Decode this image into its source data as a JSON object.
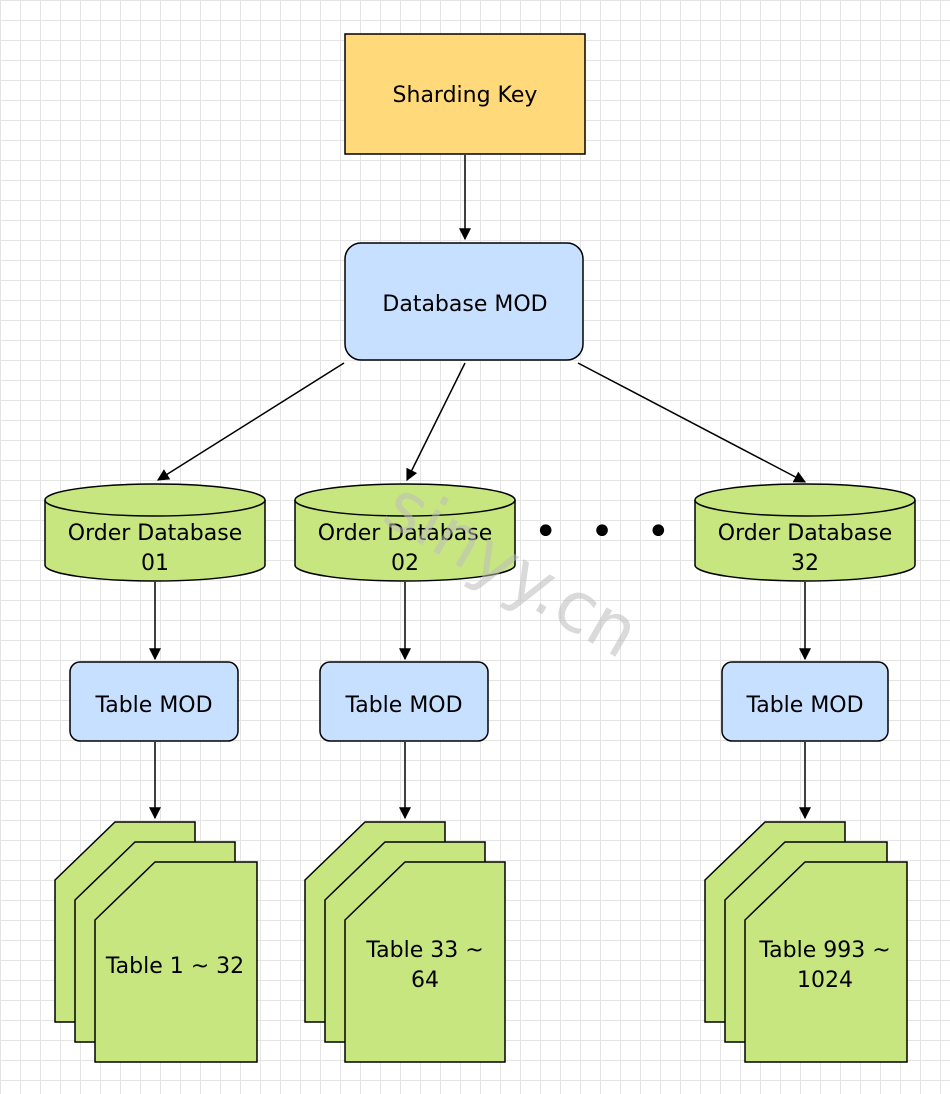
{
  "sharding_key": "Sharding Key",
  "database_mod": "Database MOD",
  "ellipsis": "• • •",
  "watermark": "sinyy.cn",
  "colors": {
    "sharding_key_fill": "#ffd97a",
    "mod_fill": "#c8e0ff",
    "green_fill": "#c8e680",
    "stroke": "#000000"
  },
  "columns": [
    {
      "database": {
        "line1": "Order Database",
        "line2": "01"
      },
      "table_mod": "Table MOD",
      "tables": {
        "line1": "Table 1 ~ 32",
        "line2": ""
      }
    },
    {
      "database": {
        "line1": "Order Database",
        "line2": "02"
      },
      "table_mod": "Table MOD",
      "tables": {
        "line1": "Table 33 ~",
        "line2": "64"
      }
    },
    {
      "database": {
        "line1": "Order Database",
        "line2": "32"
      },
      "table_mod": "Table MOD",
      "tables": {
        "line1": "Table 993 ~",
        "line2": "1024"
      }
    }
  ]
}
